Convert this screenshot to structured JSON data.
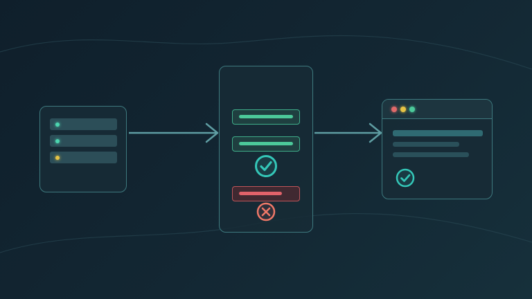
{
  "colors": {
    "background": "#132733",
    "card_border": "#3e7a7f",
    "success": "#4cc99a",
    "error": "#e0626a",
    "accent_teal": "#34c7b8",
    "warning": "#e5c345"
  },
  "nodes": [
    {
      "id": "source-list",
      "icon": "list-icon",
      "rows": [
        {
          "dot_color": "#4cd6b0"
        },
        {
          "dot_color": "#4cd6b0"
        },
        {
          "dot_color": "#e5c345"
        }
      ]
    },
    {
      "id": "validation-panel",
      "fields": [
        {
          "status": "ok"
        },
        {
          "status": "ok"
        },
        {
          "status": "error"
        }
      ],
      "icons": [
        "check-circle-icon",
        "x-circle-icon"
      ]
    },
    {
      "id": "browser-window",
      "traffic_lights": [
        "#e06a6a",
        "#e5c345",
        "#4cc99a"
      ],
      "icon": "check-circle-icon"
    }
  ],
  "edges": [
    {
      "from": "source-list",
      "to": "validation-panel"
    },
    {
      "from": "validation-panel",
      "to": "browser-window"
    }
  ]
}
